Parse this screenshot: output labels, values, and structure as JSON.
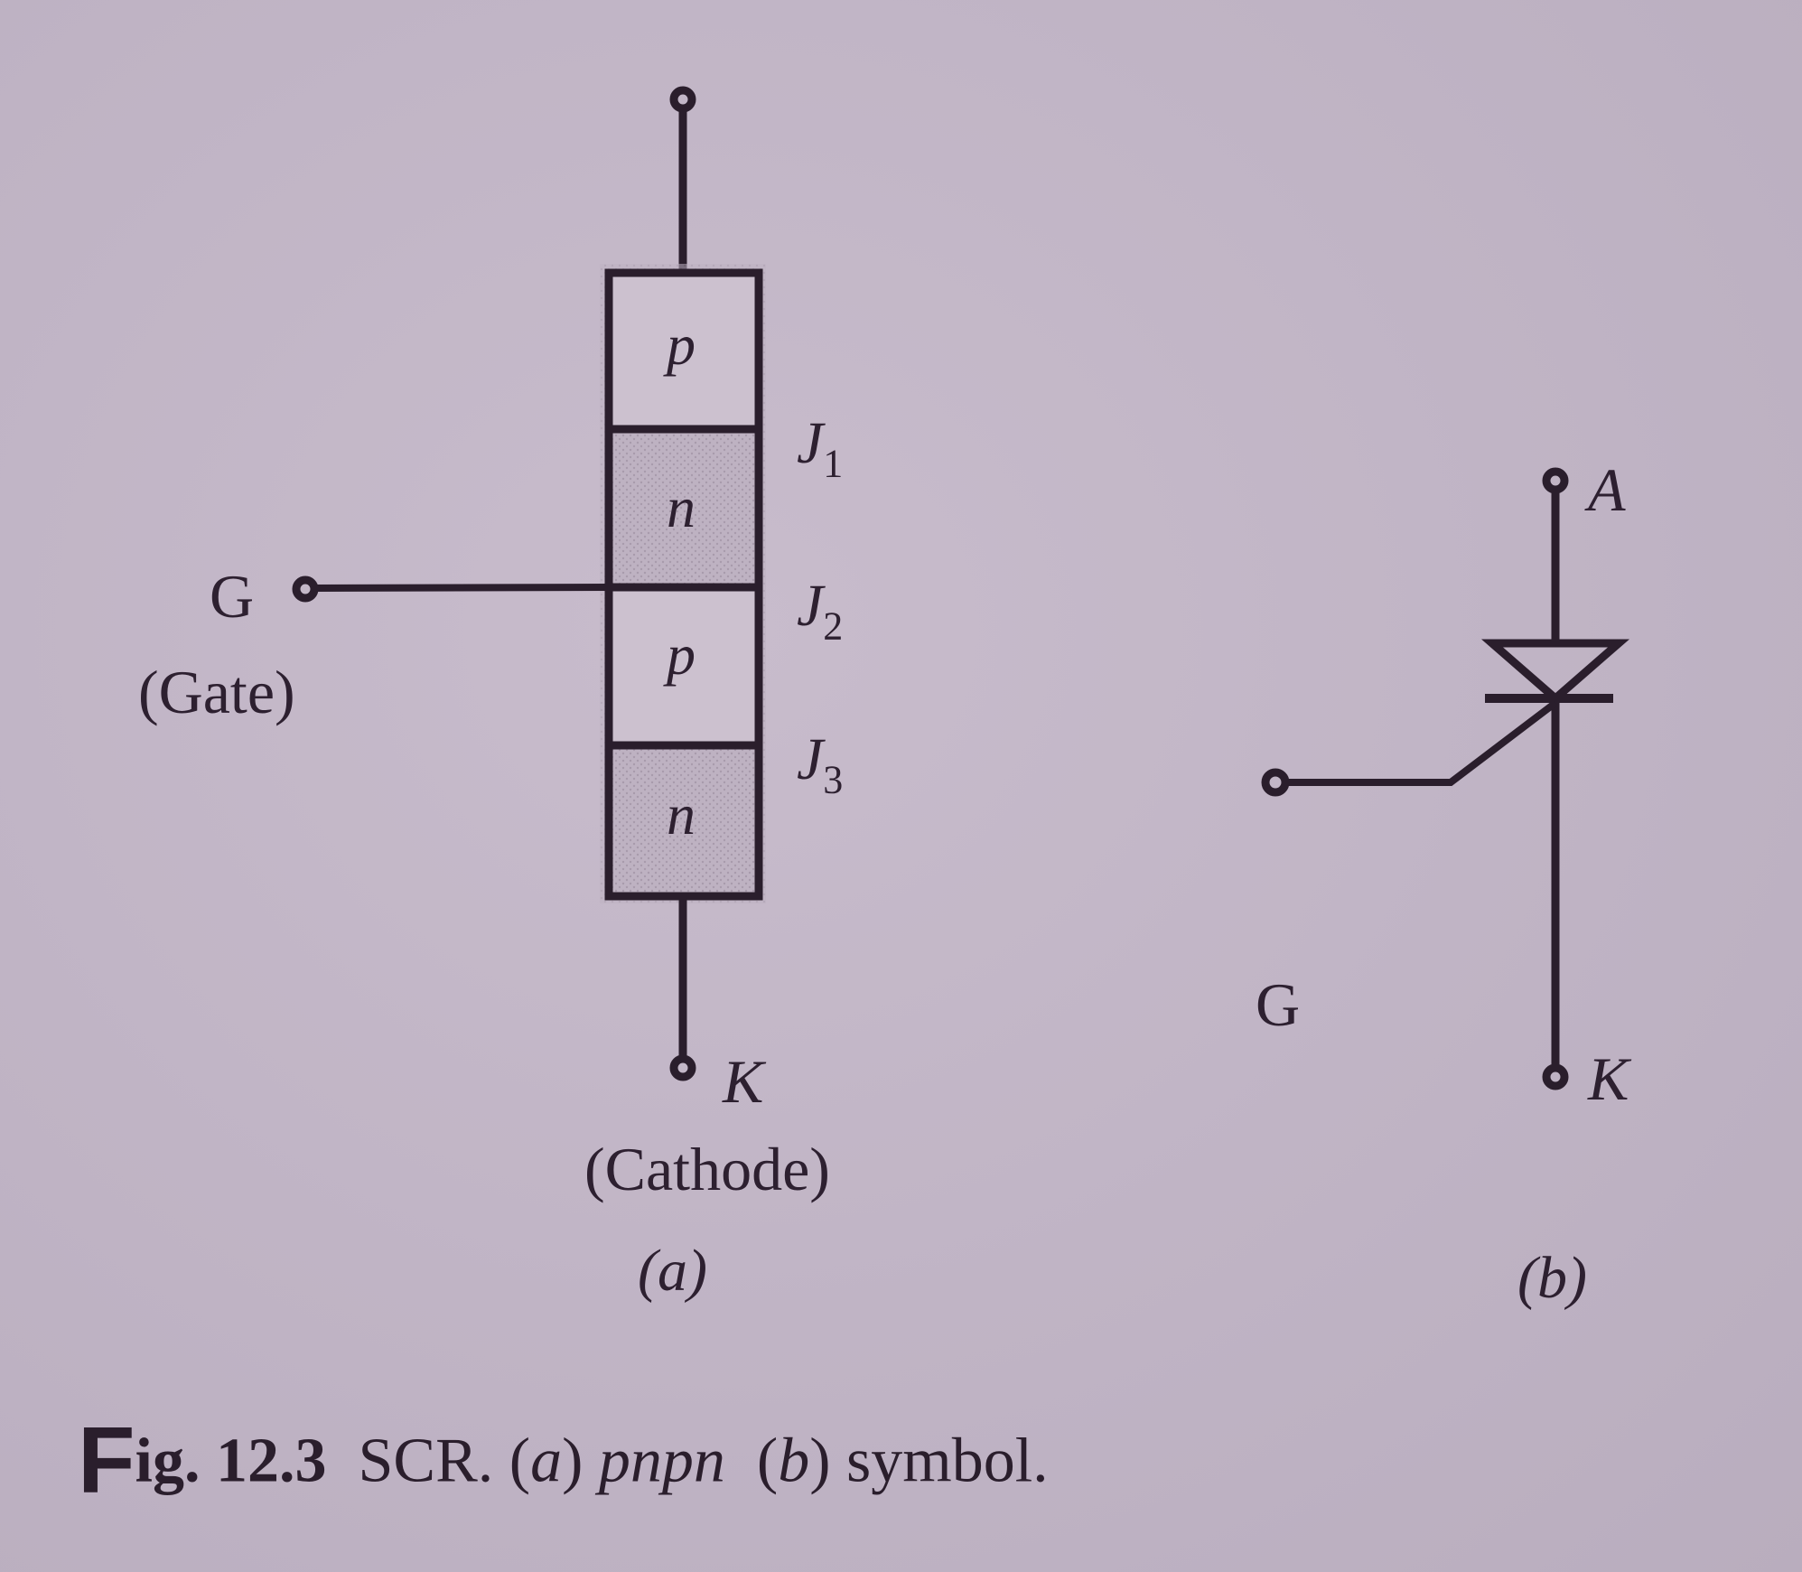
{
  "figure": {
    "number": "12.3",
    "caption": {
      "prefix_letter": "F",
      "prefix_rest": "ig. 12.3",
      "text_1": "SCR. (",
      "a_marker": "a",
      "text_2": ") ",
      "pnpn": "pnpn",
      "text_3": "  (",
      "b_marker": "b",
      "text_4": ") symbol."
    }
  },
  "panel_a": {
    "label": "(a)",
    "layers": [
      {
        "type": "p",
        "fill": "#cbc0ce"
      },
      {
        "type": "n",
        "fill": "#b8acbc"
      },
      {
        "type": "p",
        "fill": "#cbc0ce"
      },
      {
        "type": "n",
        "fill": "#b8acbc"
      }
    ],
    "junctions": [
      {
        "name": "J",
        "sub": "1"
      },
      {
        "name": "J",
        "sub": "2"
      },
      {
        "name": "J",
        "sub": "3"
      }
    ],
    "gate_terminal": {
      "symbol": "G",
      "description": "(Gate)"
    },
    "cathode_terminal": {
      "symbol": "K",
      "description": "(Cathode)"
    }
  },
  "panel_b": {
    "label": "(b)",
    "anode": "A",
    "gate": "G",
    "cathode": "K"
  },
  "colors": {
    "background": "#c4b8c8",
    "ink": "#2a1e2c"
  }
}
